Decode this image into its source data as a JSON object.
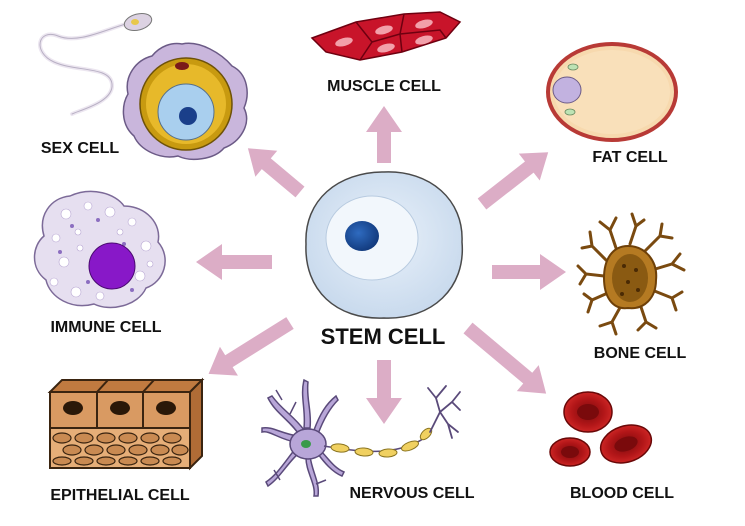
{
  "center": {
    "label": "STEM CELL"
  },
  "cells": {
    "sex": {
      "label": "SEX CELL"
    },
    "muscle": {
      "label": "MUSCLE CELL"
    },
    "fat": {
      "label": "FAT CELL"
    },
    "immune": {
      "label": "IMMUNE CELL"
    },
    "bone": {
      "label": "BONE CELL"
    },
    "epithelial": {
      "label": "EPITHELIAL CELL"
    },
    "nervous": {
      "label": "NERVOUS CELL"
    },
    "blood": {
      "label": "BLOOD CELL"
    }
  },
  "colors": {
    "arrow": "#dcadc6",
    "stem_cytoplasm": "#dde9f5",
    "stem_nucleus": "#174a96",
    "muscle": "#c8142a",
    "fat": "#f7d9ae",
    "immune_nucleus": "#8818c8",
    "bone": "#9a6418",
    "epithelial": "#d99a62",
    "nervous": "#b8a6d8",
    "blood": "#b01418"
  }
}
